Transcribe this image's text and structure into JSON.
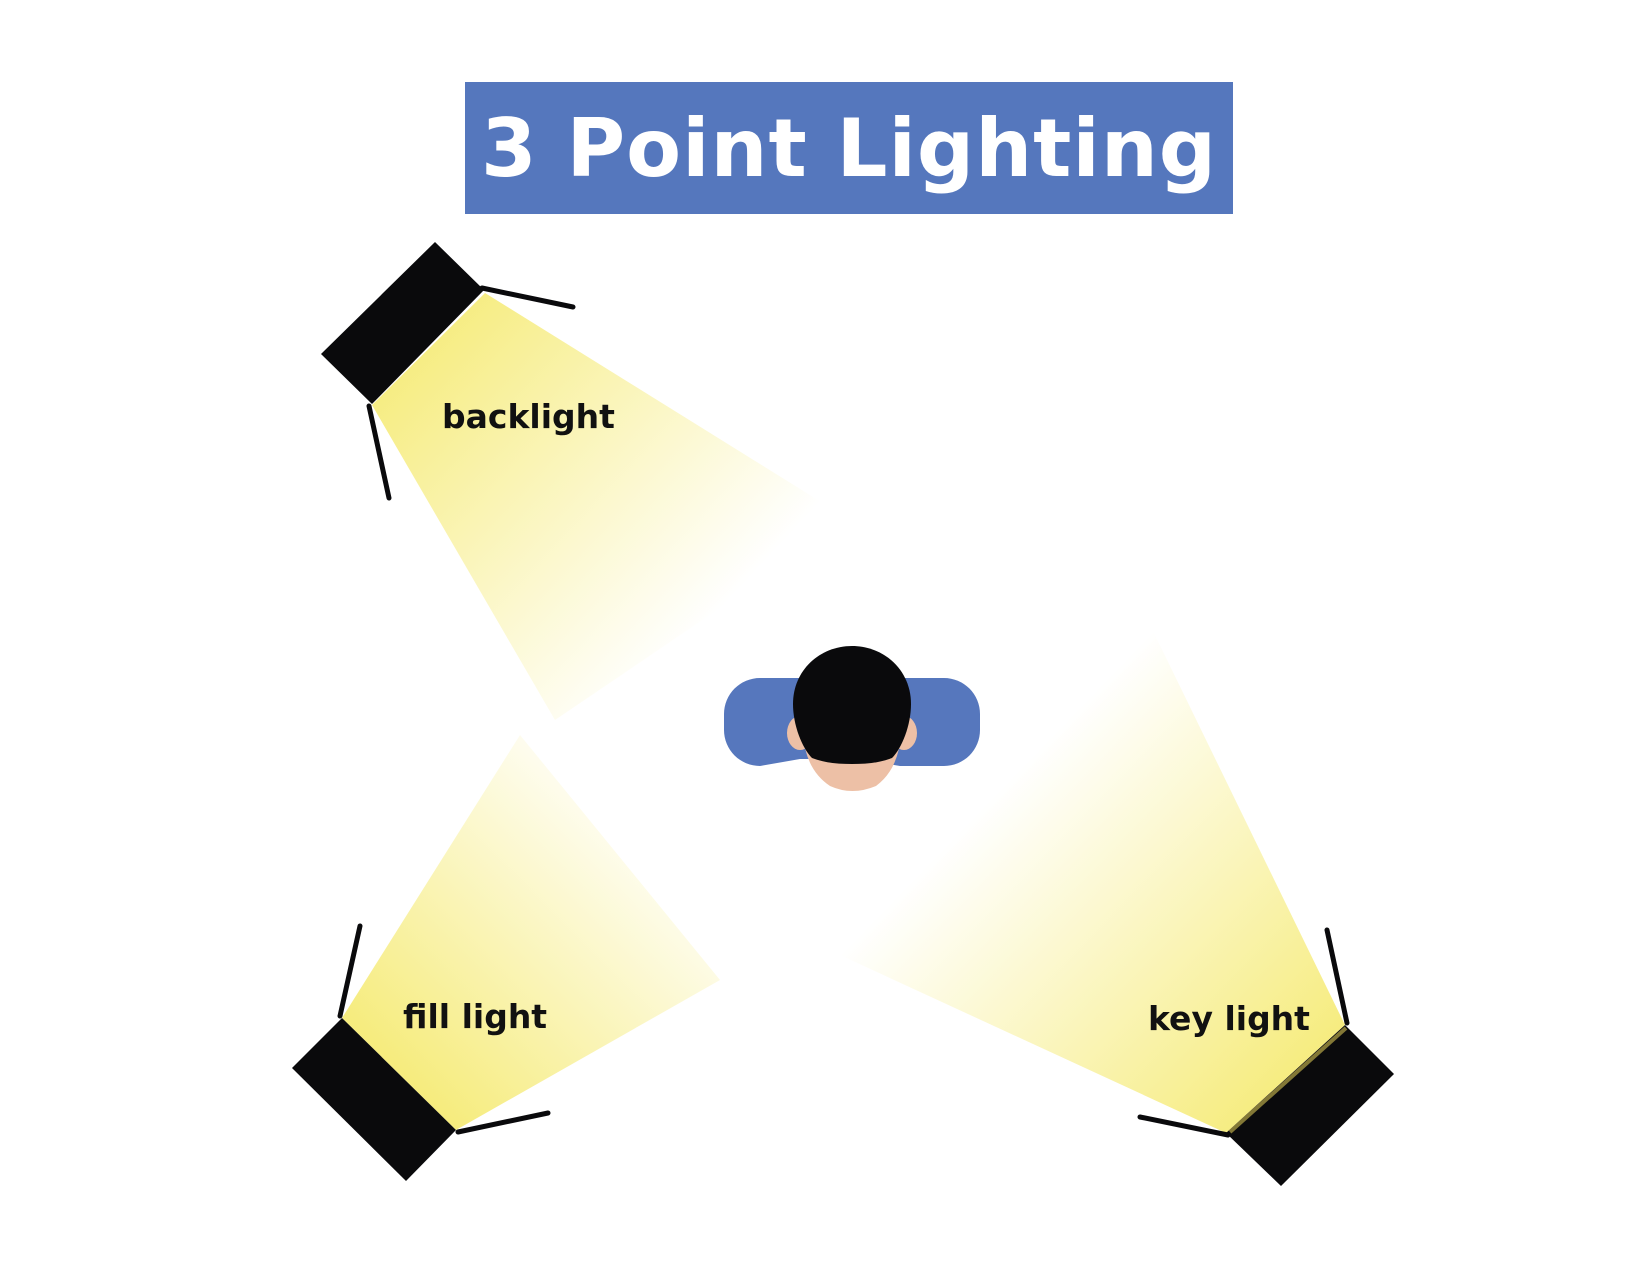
{
  "title": "3 Point Lighting",
  "lights": {
    "backlight": {
      "label": "backlight"
    },
    "fill": {
      "label": "fill light"
    },
    "key": {
      "label": "key light"
    }
  },
  "colors": {
    "banner": "#5577bd",
    "beam": "#f6ec7e",
    "fixture": "#0a0a0c",
    "shoulders": "#5677bd",
    "hair": "#0a0a0c",
    "skin": "#edc0a6"
  }
}
